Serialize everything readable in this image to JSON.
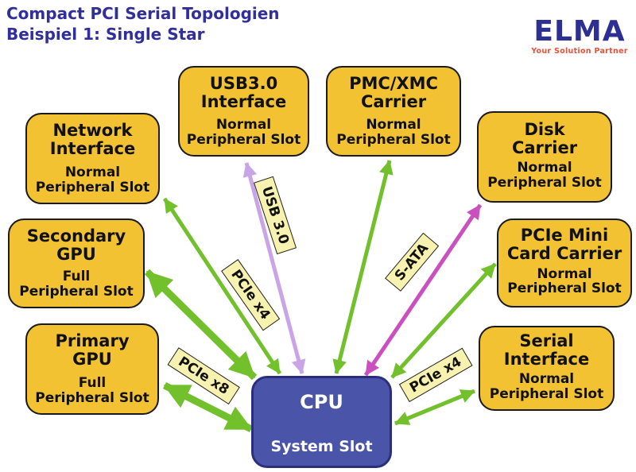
{
  "title": {
    "line1": "Compact PCI Serial Topologien",
    "line2": "Beispiel 1: Single Star"
  },
  "logo": {
    "brand": "ELMA",
    "tagline": "Your Solution Partner"
  },
  "cpu": {
    "name": "CPU",
    "slot": "System Slot"
  },
  "nodes": {
    "network": {
      "name": "Network\nInterface",
      "slot": "Normal\nPeripheral Slot"
    },
    "usb": {
      "name": "USB3.0\nInterface",
      "slot": "Normal\nPeripheral Slot"
    },
    "pmc": {
      "name": "PMC/XMC\nCarrier",
      "slot": "Normal\nPeripheral Slot"
    },
    "disk": {
      "name": "Disk\nCarrier",
      "slot": "Normal\nPeripheral Slot"
    },
    "secondary_gpu": {
      "name": "Secondary\nGPU",
      "slot": "Full\nPeripheral Slot"
    },
    "pcie_mini": {
      "name": "PCIe Mini\nCard Carrier",
      "slot": "Normal\nPeripheral Slot"
    },
    "primary_gpu": {
      "name": "Primary\nGPU",
      "slot": "Full\nPeripheral Slot"
    },
    "serial": {
      "name": "Serial\nInterface",
      "slot": "Normal\nPeripheral Slot"
    }
  },
  "connection_labels": {
    "usb30": "USB 3.0",
    "pcie_x4_left": "PCIe x4",
    "sata": "S-ATA",
    "pcie_x8": "PCIe x8",
    "pcie_x4_right": "PCIe x4"
  },
  "colors": {
    "box_fill": "#F2C233",
    "cpu_fill": "#4A54A8",
    "arrow_green": "#72C02C",
    "arrow_lavender": "#C9A5E8",
    "arrow_magenta": "#C950BE",
    "label_fill": "#F8F2B0",
    "title_text": "#312F9B",
    "logo_blue": "#2D2F92",
    "logo_red": "#E8503A"
  }
}
